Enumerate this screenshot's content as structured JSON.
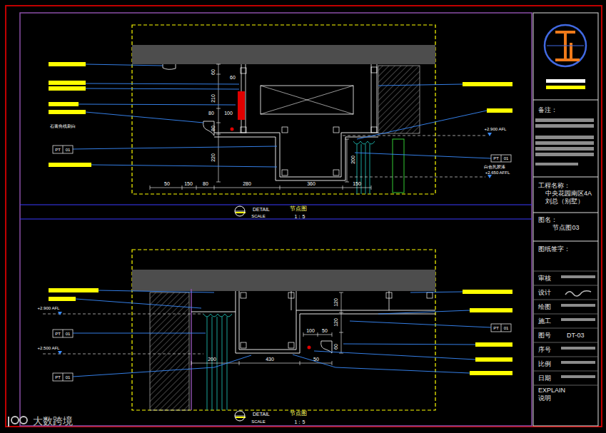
{
  "diagram": {
    "nodes": [
      {
        "text": [
          "备注："
        ]
      },
      {
        "text": [
          "工程名称：",
          "中央花园南区4A",
          "刘总（别墅）"
        ]
      },
      {
        "text": [
          "图名：",
          "节点图03"
        ]
      },
      {
        "text": [
          "图纸签字："
        ]
      },
      {
        "text": [
          "审核"
        ]
      },
      {
        "text": [
          "设计"
        ]
      },
      {
        "text": [
          "绘图"
        ]
      },
      {
        "text": [
          "施工"
        ]
      },
      {
        "text": [
          "图号",
          "DT-03"
        ]
      },
      {
        "text": [
          "序号"
        ]
      },
      {
        "text": [
          "比例"
        ]
      },
      {
        "text": [
          "日期"
        ]
      },
      {
        "text": [
          "EXPLAIN",
          "说明"
        ]
      }
    ],
    "labels": [
      "60",
      "60",
      "210",
      "80",
      "100",
      "80",
      "220",
      "50",
      "150",
      "80",
      "280",
      "360",
      "150",
      "200",
      "石膏角线刷白",
      "PT",
      "01",
      "+2.900 AFL",
      "PT",
      "01",
      "白色乳胶漆",
      "+2.650 AFFL",
      "DETAIL",
      "节点图",
      "SCALE",
      "1：5",
      "+2.900 AFL",
      "PT",
      "01",
      "+2.500 AFL",
      "PT",
      "01",
      "PT",
      "01",
      "120",
      "120",
      "100",
      "50",
      "60",
      "200",
      "430",
      "50",
      "DETAIL",
      "节点图",
      "SCALE",
      "1：5",
      "大数跨境"
    ]
  }
}
